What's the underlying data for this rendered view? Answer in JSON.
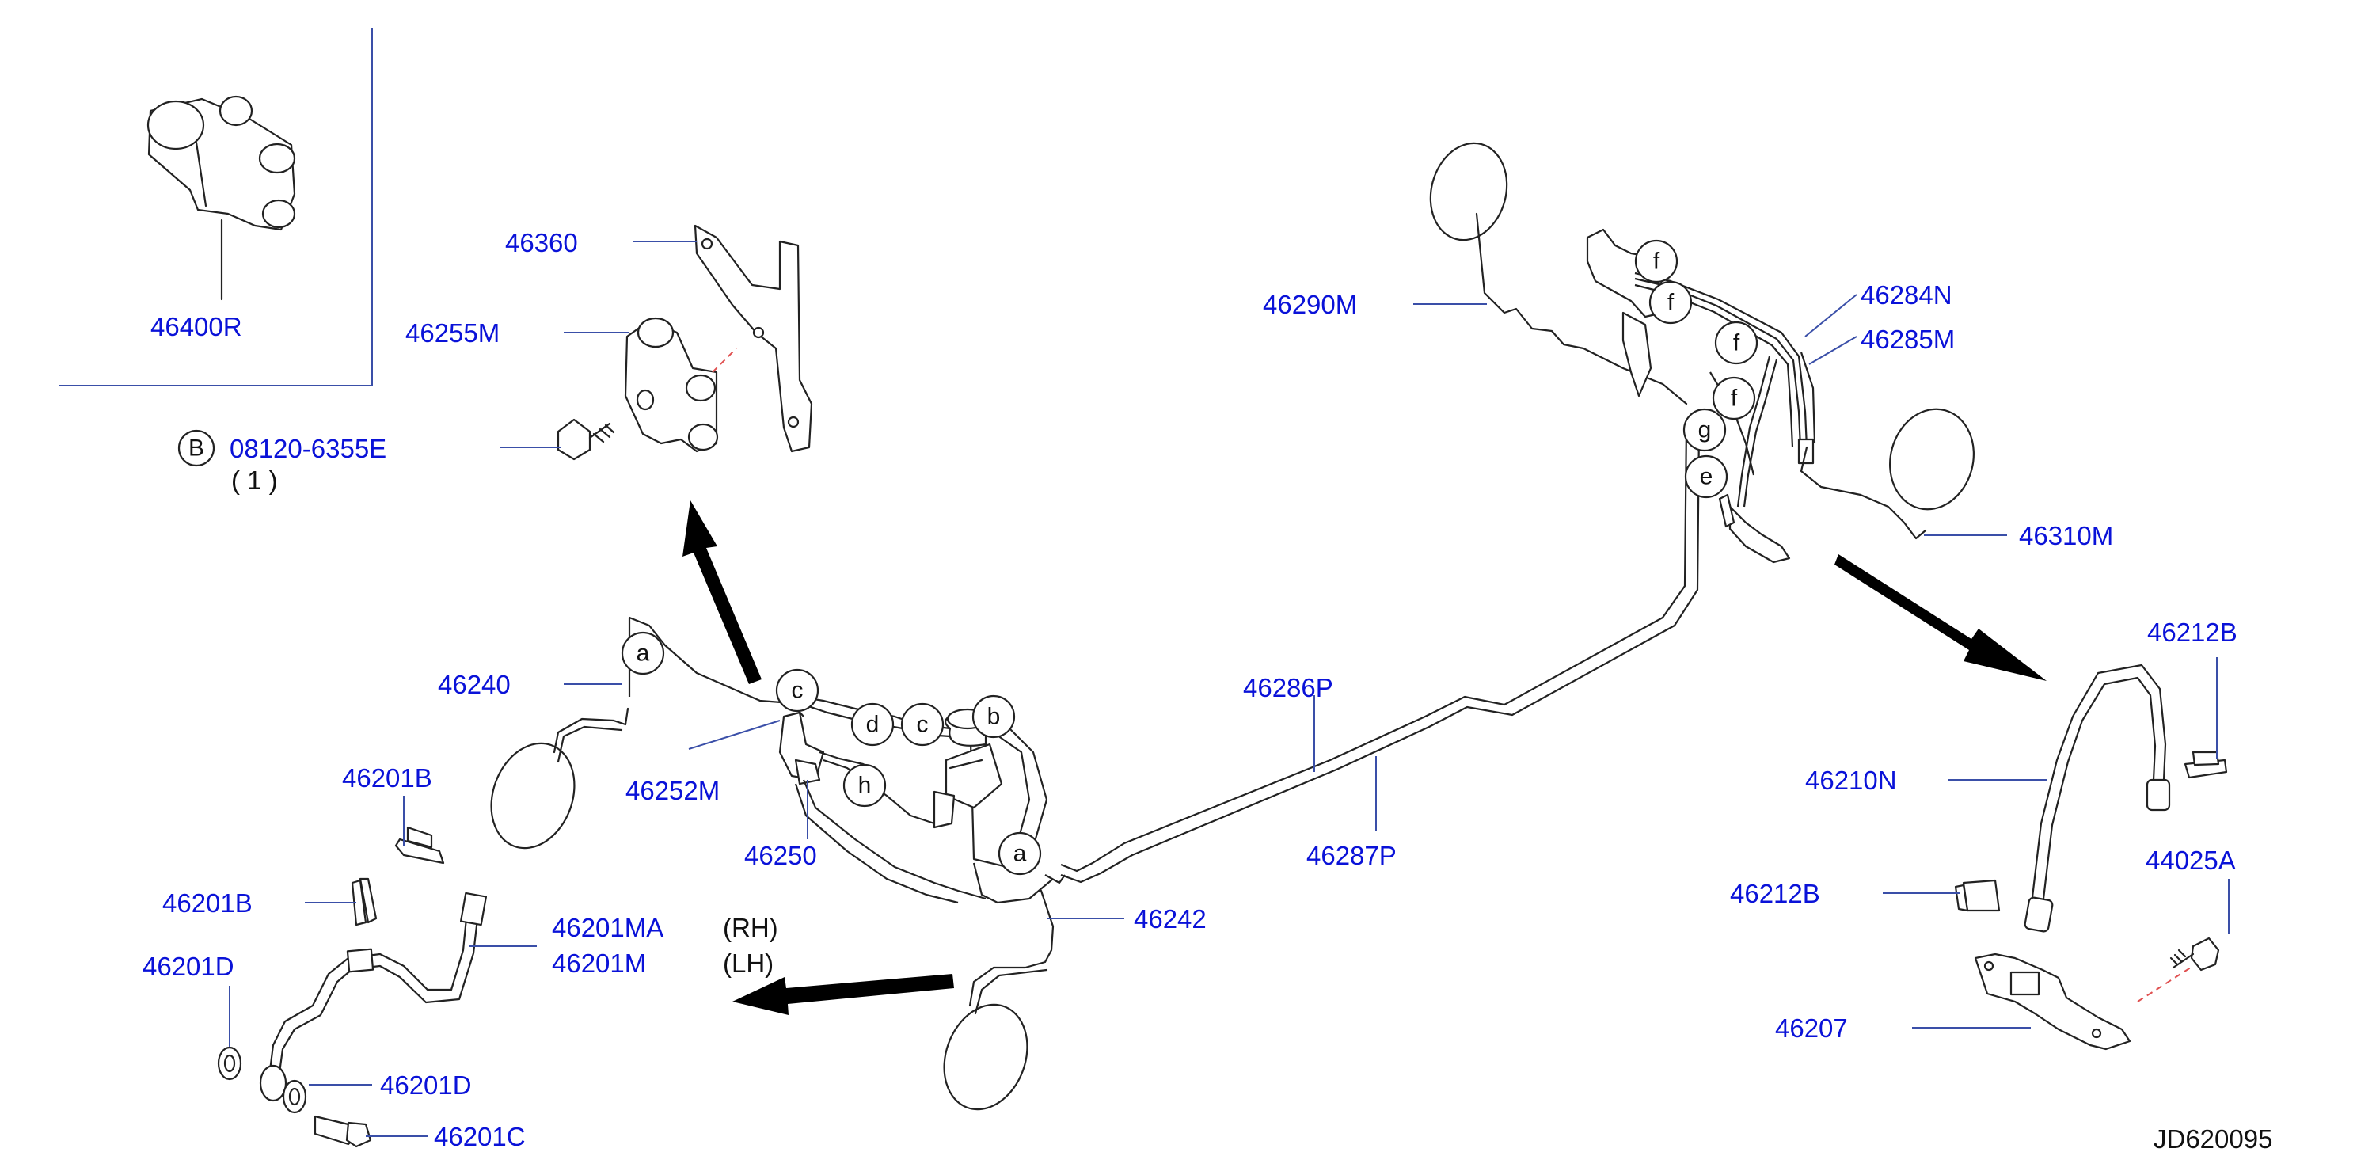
{
  "parts": {
    "p46400R": "46400R",
    "p46360": "46360",
    "p46255M": "46255M",
    "p08120": "08120-6355E",
    "p08120_qty": "( 1 )",
    "p08120_circle": "B",
    "p46290M": "46290M",
    "p46284N": "46284N",
    "p46285M": "46285M",
    "p46310M": "46310M",
    "p46240": "46240",
    "p46252M": "46252M",
    "p46250": "46250",
    "p46286P": "46286P",
    "p46287P": "46287P",
    "p46242": "46242",
    "p46201B_a": "46201B",
    "p46201B_b": "46201B",
    "p46201D_a": "46201D",
    "p46201D_b": "46201D",
    "p46201MA": "46201MA",
    "p46201M": "46201M",
    "rh": "(RH)",
    "lh": "(LH)",
    "p46201C": "46201C",
    "p46212B_a": "46212B",
    "p46212B_b": "46212B",
    "p46210N": "46210N",
    "p44025A": "44025A",
    "p46207": "46207"
  },
  "connectors": {
    "a1": "a",
    "a2": "a",
    "b": "b",
    "c1": "c",
    "c2": "c",
    "d": "d",
    "h": "h",
    "e": "e",
    "g": "g",
    "f1": "f",
    "f2": "f",
    "f3": "f",
    "f4": "f"
  },
  "diagram_code": "JD620095"
}
